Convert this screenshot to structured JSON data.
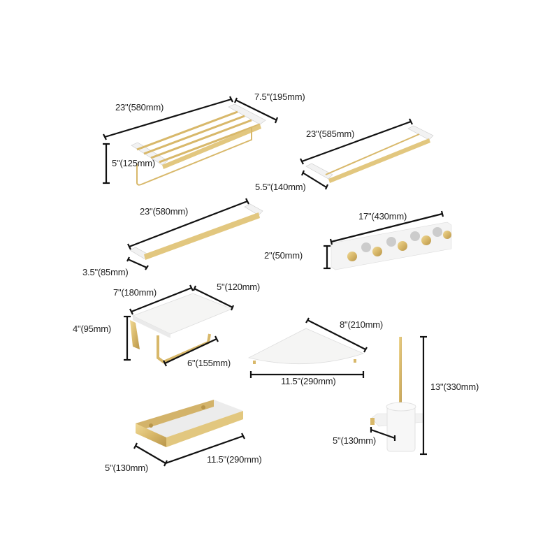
{
  "colors": {
    "gold": "#d8b86a",
    "gold_dark": "#b8954a",
    "marble": "#f3f3f1",
    "line": "#111111"
  },
  "products": [
    {
      "name": "towel-rack-shelf",
      "dims": {
        "length": "23\"(580mm)",
        "depth": "7.5\"(195mm)",
        "height": "5\"(125mm)"
      }
    },
    {
      "name": "double-towel-bar",
      "dims": {
        "length": "23\"(585mm)",
        "depth": "5.5\"(140mm)"
      }
    },
    {
      "name": "single-towel-bar",
      "dims": {
        "length": "23\"(580mm)",
        "depth": "3.5\"(85mm)"
      }
    },
    {
      "name": "robe-hook-rail",
      "dims": {
        "length": "17\"(430mm)",
        "height": "2\"(50mm)"
      }
    },
    {
      "name": "toilet-paper-holder-shelf",
      "dims": {
        "length": "7\"(180mm)",
        "depth": "5\"(120mm)",
        "height": "4\"(95mm)",
        "holder": "6\"(155mm)"
      }
    },
    {
      "name": "corner-shelf",
      "dims": {
        "depth": "8\"(210mm)",
        "length": "11.5\"(290mm)"
      }
    },
    {
      "name": "toilet-brush-holder",
      "dims": {
        "height": "13\"(330mm)",
        "depth": "5\"(130mm)"
      }
    },
    {
      "name": "basket-shelf",
      "dims": {
        "depth": "5\"(130mm)",
        "length": "11.5\"(290mm)"
      }
    }
  ]
}
